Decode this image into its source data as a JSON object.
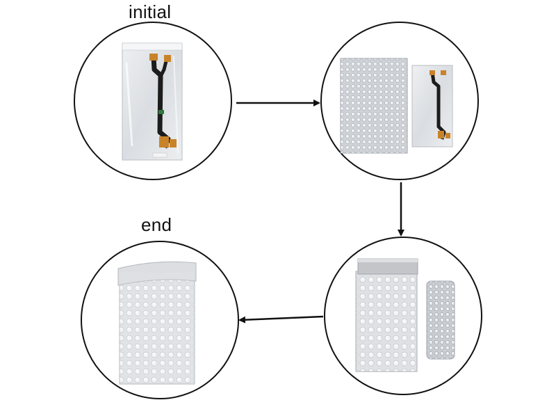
{
  "labels": {
    "initial": "initial",
    "end": "end"
  },
  "steps": [
    {
      "id": "step-1",
      "content": [
        "flex-cable-in-clear-bag"
      ]
    },
    {
      "id": "step-2",
      "content": [
        "bubble-mailer",
        "flex-cable-in-clear-bag"
      ]
    },
    {
      "id": "step-3",
      "content": [
        "open-bubble-mailer",
        "wrapped-part"
      ]
    },
    {
      "id": "step-4",
      "content": [
        "sealed-bubble-mailer"
      ]
    }
  ],
  "colors": {
    "outline": "#111111",
    "cable": "#1c1c1c",
    "connector": "#c8832a",
    "bag": "#e4e6e8",
    "mailer": "#d3d5d8"
  }
}
